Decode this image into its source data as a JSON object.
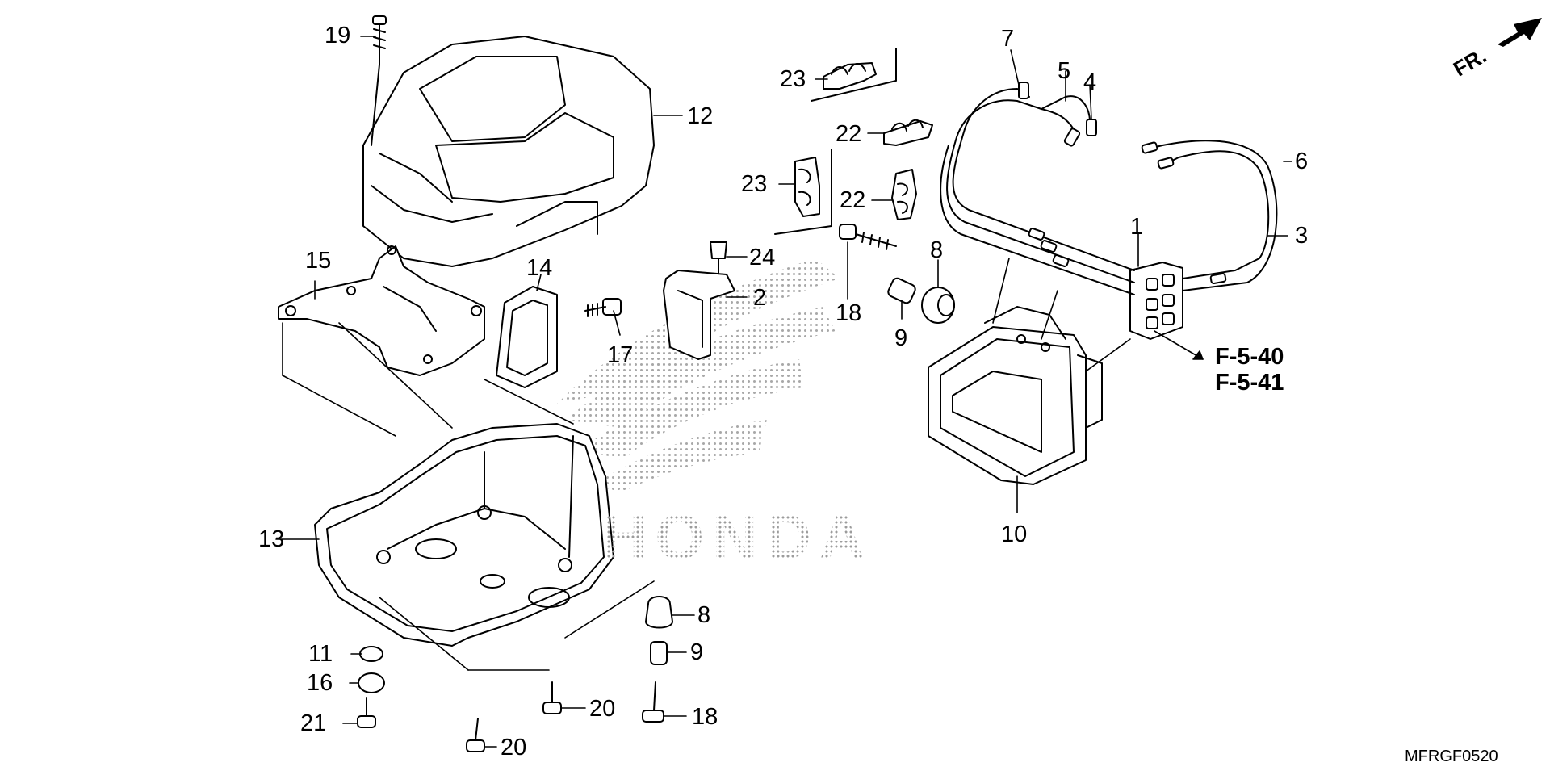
{
  "callouts": {
    "c1": "1",
    "c2": "2",
    "c3": "3",
    "c4": "4",
    "c5": "5",
    "c6": "6",
    "c7": "7",
    "c8a": "8",
    "c8b": "8",
    "c9a": "9",
    "c9b": "9",
    "c10": "10",
    "c11": "11",
    "c12": "12",
    "c13": "13",
    "c14": "14",
    "c15": "15",
    "c16": "16",
    "c17": "17",
    "c18a": "18",
    "c18b": "18",
    "c19": "19",
    "c20a": "20",
    "c20b": "20",
    "c21": "21",
    "c22a": "22",
    "c22b": "22",
    "c23a": "23",
    "c23b": "23",
    "c24": "24"
  },
  "refs": [
    "F-5-40",
    "F-5-41"
  ],
  "direction": "FR.",
  "watermark": "HONDA",
  "diagram_code": "MFRGF0520"
}
